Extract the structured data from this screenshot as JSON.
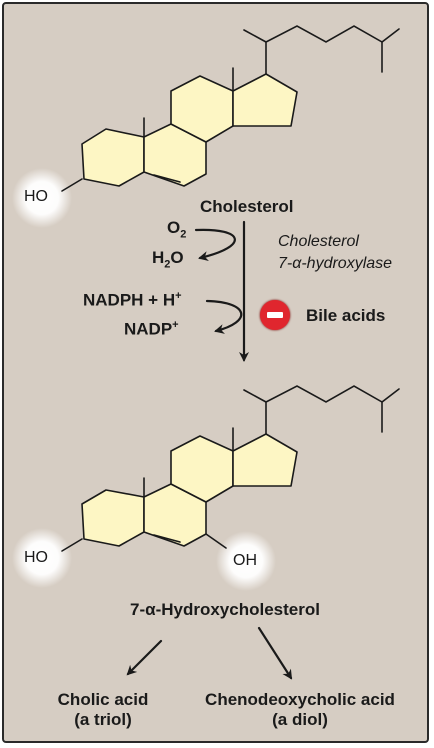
{
  "labels": {
    "oh": "HO",
    "ho_right": "OH",
    "cholesterol": "Cholesterol",
    "o2": "O",
    "o2_sub": "2",
    "h2o_h": "H",
    "h2o_sub": "2",
    "h2o_o": "O",
    "enzyme_line1": "Cholesterol",
    "enzyme_line2": "7-α-hydroxylase",
    "nadph": "NADPH + H",
    "nadph_sup": "+",
    "nadp": "NADP",
    "nadp_sup": "+",
    "bile_acids": "Bile acids",
    "product": "7-α-Hydroxycholesterol",
    "cholic_name": "Cholic acid",
    "cholic_type": "(a triol)",
    "cheno_name": "Chenodeoxycholic acid",
    "cheno_type": "(a diol)"
  },
  "colors": {
    "panel": "#d6cdc3",
    "ring_fill": "#fdf6c4",
    "inhibit": "#e0262e",
    "ink": "#1a1a1a"
  },
  "icons": {
    "inhibition": "minus-circle-icon"
  }
}
